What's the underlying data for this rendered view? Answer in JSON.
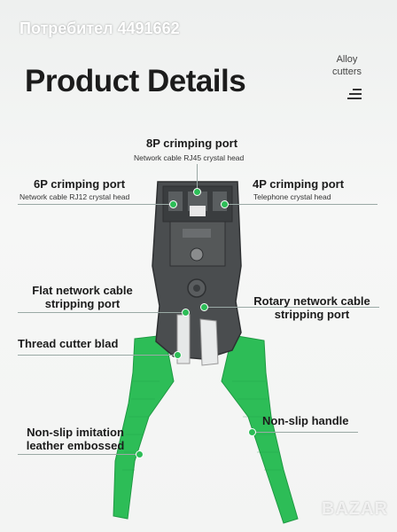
{
  "header": {
    "user_tag": "Потребител 4491662",
    "title": "Product Details",
    "brand_line1": "Alloy",
    "brand_line2": "cutters"
  },
  "callouts": {
    "port_8p": {
      "title": "8P crimping port",
      "sub": "Network cable RJ45 crystal head"
    },
    "port_6p": {
      "title": "6P crimping port",
      "sub": "Network cable RJ12 crystal head"
    },
    "port_4p": {
      "title": "4P crimping port",
      "sub": "Telephone crystal head"
    },
    "flat_strip": {
      "line1": "Flat network cable",
      "line2": "stripping port"
    },
    "rotary_strip": {
      "line1": "Rotary network cable",
      "line2": "stripping port"
    },
    "thread_cutter": {
      "title": "Thread cutter blad"
    },
    "nonslip_leather": {
      "line1": "Non-slip imitation",
      "line2": "leather embossed"
    },
    "nonslip_handle": {
      "title": "Non-slip handle"
    }
  },
  "watermark": "BAZAR",
  "colors": {
    "handle": "#2dbd57",
    "handle_dark": "#1f9a43",
    "metal": "#4a4d4f",
    "metal_dark": "#2e3032"
  }
}
